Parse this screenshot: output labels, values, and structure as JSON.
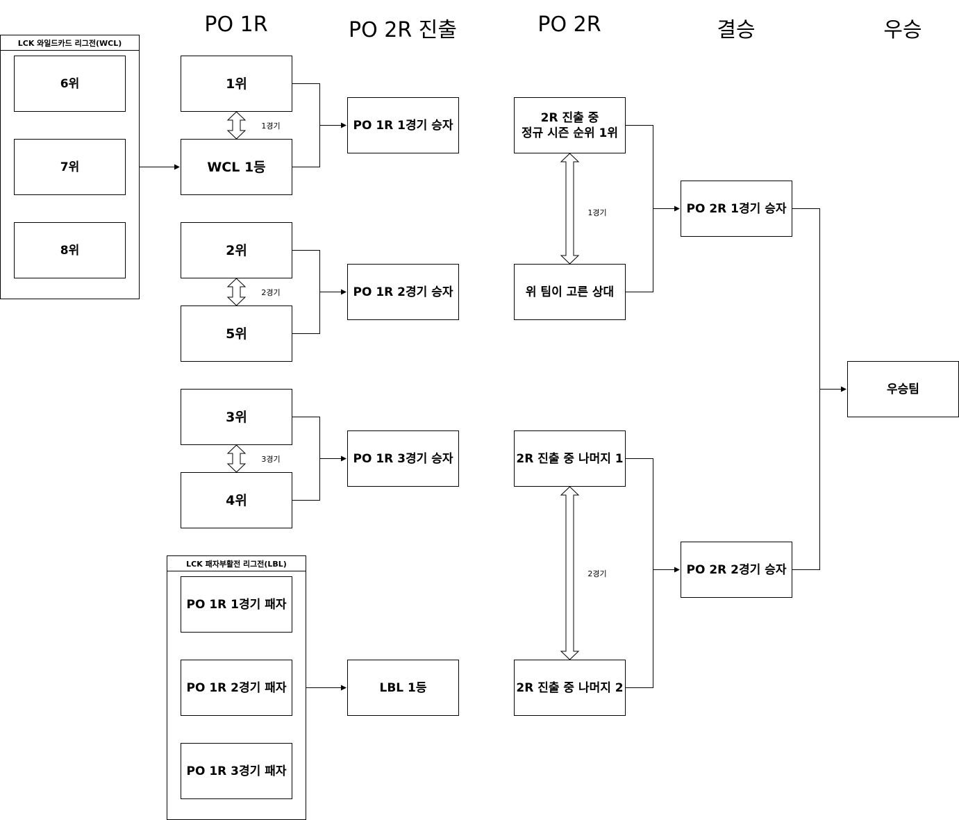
{
  "headers": {
    "po1r": "PO 1R",
    "po2r_adv": "PO 2R 진출",
    "po2r": "PO 2R",
    "final": "결승",
    "champion": "우승"
  },
  "wcl": {
    "title": "LCK 와일드카드 리그전(WCL)",
    "items": [
      "6위",
      "7위",
      "8위"
    ]
  },
  "lbl": {
    "title": "LCK 패자부활전 리그전(LBL)",
    "items": [
      "PO 1R 1경기 패자",
      "PO 1R 2경기 패자",
      "PO 1R 3경기 패자"
    ]
  },
  "po1r": {
    "seeds": [
      "1위",
      "WCL 1등",
      "2위",
      "5위",
      "3위",
      "4위"
    ],
    "match_labels": [
      "1경기",
      "2경기",
      "3경기"
    ]
  },
  "po2r_adv": {
    "winners": [
      "PO 1R 1경기 승자",
      "PO 1R 2경기 승자",
      "PO 1R 3경기 승자"
    ],
    "lbl_top": "LBL 1등"
  },
  "po2r": {
    "teams": [
      "2R 진출 중\n정규 시즌 순위 1위",
      "위 팀이 고른 상대",
      "2R 진출 중 나머지 1",
      "2R 진출 중 나머지 2"
    ],
    "match_labels": [
      "1경기",
      "2경기"
    ]
  },
  "final": {
    "teams": [
      "PO 2R 1경기 승자",
      "PO 2R 2경기 승자"
    ]
  },
  "champion": {
    "label": "우승팀"
  }
}
